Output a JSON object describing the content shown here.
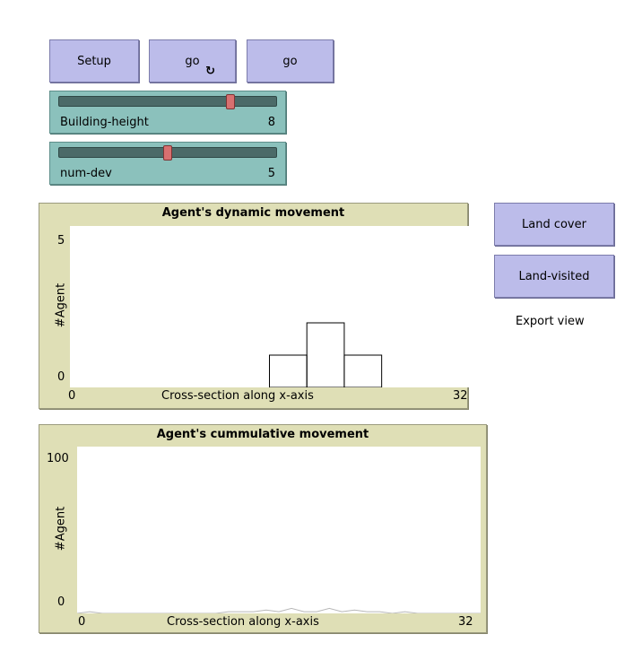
{
  "buttons": {
    "setup": "Setup",
    "go_forever": "go",
    "go_once": "go",
    "land_cover": "Land cover",
    "land_visited": "Land-visited"
  },
  "sliders": [
    {
      "label": "Building-height",
      "value": "8",
      "position": 0.8
    },
    {
      "label": "num-dev",
      "value": "5",
      "position": 0.5
    }
  ],
  "export_note": "Export view",
  "icons": {
    "forever": "forever-icon"
  },
  "colors": {
    "button_bg": "#bcbcea",
    "slider_bg": "#8bc1bc",
    "slider_thumb": "#d87070",
    "plot_bg": "#dfdfb6"
  },
  "chart_data": [
    {
      "type": "bar",
      "title": "Agent's dynamic movement",
      "xlabel": "Cross-section along x-axis",
      "ylabel": "#Agent",
      "xlim": [
        0,
        32
      ],
      "ylim": [
        0,
        5
      ],
      "x_tick_labels": [
        "0",
        "32"
      ],
      "y_tick_labels": [
        "0",
        "5"
      ],
      "bars": [
        {
          "x0": 16,
          "x1": 19,
          "value": 1
        },
        {
          "x0": 19,
          "x1": 22,
          "value": 2
        },
        {
          "x0": 22,
          "x1": 25,
          "value": 1
        }
      ]
    },
    {
      "type": "line",
      "title": "Agent's cummulative movement",
      "xlabel": "Cross-section along x-axis",
      "ylabel": "#Agent",
      "xlim": [
        0,
        32
      ],
      "ylim": [
        0,
        100
      ],
      "x_tick_labels": [
        "0",
        "32"
      ],
      "y_tick_labels": [
        "0",
        "100"
      ],
      "x": [
        0,
        1,
        2,
        3,
        4,
        5,
        6,
        7,
        8,
        9,
        10,
        11,
        12,
        13,
        14,
        15,
        16,
        17,
        18,
        19,
        20,
        21,
        22,
        23,
        24,
        25,
        26,
        27,
        28,
        29,
        30,
        31,
        32
      ],
      "y": [
        0,
        1,
        0,
        0,
        0,
        0,
        0,
        0,
        0,
        0,
        0,
        0,
        1,
        1,
        1,
        2,
        1,
        3,
        1,
        1,
        3,
        1,
        2,
        1,
        1,
        0,
        1,
        0,
        0,
        0,
        0,
        0,
        0
      ]
    }
  ]
}
